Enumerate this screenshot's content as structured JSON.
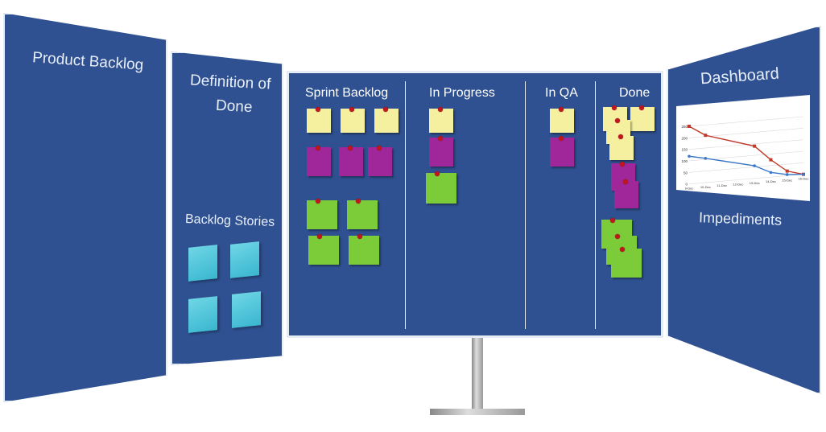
{
  "panels": {
    "product_backlog": {
      "title": "Product Backlog"
    },
    "definition_of_done": {
      "title_line1": "Definition of",
      "title_line2": "Done",
      "stories_label": "Backlog Stories",
      "story_cards": 4
    },
    "board": {
      "columns": [
        {
          "name": "Sprint Backlog",
          "notes": {
            "yellow": 3,
            "purple": 3,
            "green": 4
          }
        },
        {
          "name": "In Progress",
          "notes": {
            "yellow": 1,
            "purple": 1,
            "green": 1
          }
        },
        {
          "name": "In QA",
          "notes": {
            "yellow": 1,
            "purple": 1,
            "green": 0
          }
        },
        {
          "name": "Done",
          "notes": {
            "yellow": 4,
            "purple": 2,
            "green": 3
          }
        }
      ]
    },
    "dashboard": {
      "title": "Dashboard",
      "impediments_label": "Impediments"
    }
  },
  "colors": {
    "panel": "#2f5191",
    "note_yellow": "#f5f0a0",
    "note_purple": "#a0279a",
    "note_green": "#7ccc3a",
    "story_card": "#4cc3d8",
    "pin": "#c0161d",
    "series_red": "#c0392b",
    "series_blue": "#3a78c9"
  },
  "chart_data": {
    "type": "line",
    "categories": [
      "9-Dec",
      "10-Dec",
      "11-Dec",
      "12-Dec",
      "13-Dec",
      "14-Dec",
      "15-Dec",
      "16-Dec"
    ],
    "y_ticks": [
      "0",
      "50",
      "100",
      "150",
      "200",
      "250"
    ],
    "ylim": [
      0,
      300
    ],
    "grid": true,
    "series": [
      {
        "values": [
          250,
          205,
          null,
          null,
          140,
          75,
          20,
          0
        ]
      },
      {
        "values": [
          120,
          105,
          null,
          null,
          55,
          20,
          5,
          0
        ]
      }
    ]
  }
}
